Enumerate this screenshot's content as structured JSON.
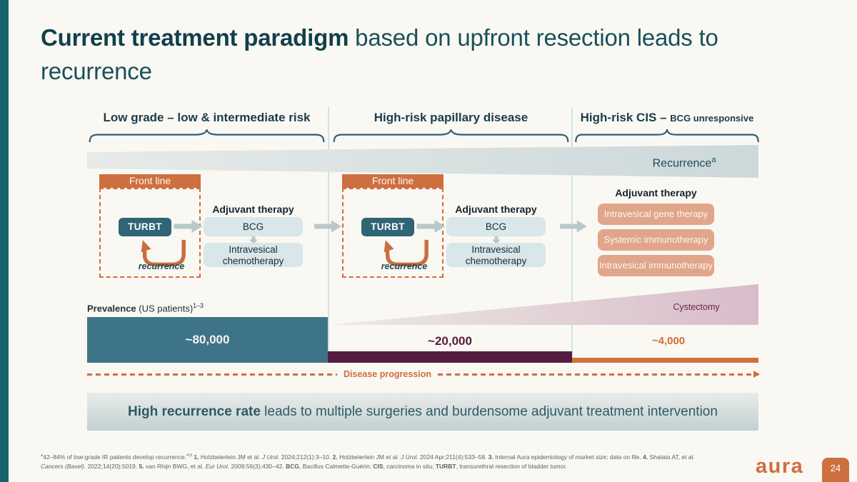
{
  "colors": {
    "accent_orange": "#CE6F40",
    "edge_teal": "#17646F",
    "title_teal": "#123F4C",
    "turbt_teal": "#2F6575",
    "light_blue_box": "#D9E6EA",
    "salmon_box": "#E0A58B",
    "prevalence_teal": "#3E7487",
    "maroon": "#561D42",
    "banner_text": "#2E5A66"
  },
  "title": {
    "bold": "Current treatment paradigm",
    "rest": " based on upfront resection leads to recurrence"
  },
  "columns": [
    {
      "header": "Low grade – low & intermediate risk"
    },
    {
      "header": "High-risk papillary disease"
    },
    {
      "header": "High-risk CIS – ",
      "header_small": "BCG unresponsive"
    }
  ],
  "recurrence_band": {
    "label": "Recurrence",
    "sup": "a"
  },
  "flow": {
    "front_line": "Front line",
    "turbt": "TURBT",
    "recurrence": "recurrence",
    "adjuvant_header": "Adjuvant therapy",
    "bcg": "BCG",
    "chemo": "Intravesical chemotherapy"
  },
  "cis_therapies": [
    "Intravesical gene therapy",
    "Systemic immunotherapy",
    "Intravesical immunotherapy"
  ],
  "cystectomy_label": "Cystectomy",
  "prevalence": {
    "label_bold": "Prevalence",
    "label_rest": " (US patients)",
    "label_sup": "1–3",
    "values": [
      "~80,000",
      "~20,000",
      "~4,000"
    ]
  },
  "disease_progression": "Disease progression",
  "banner": {
    "bold": "High recurrence rate",
    "rest": " leads to multiple surgeries and burdensome adjuvant treatment intervention"
  },
  "footnote": {
    "line1": [
      {
        "t": "a",
        "sup": true
      },
      {
        "t": "42–84% of low-grade IR patients develop recurrence."
      },
      {
        "t": "4,5",
        "sup": true
      },
      {
        "t": " "
      },
      {
        "t": "1.",
        "b": true
      },
      {
        "t": " Holzbeierlein JM et al. "
      },
      {
        "t": "J Urol.",
        "i": true
      },
      {
        "t": " 2024;212(1):3–10. "
      },
      {
        "t": "2.",
        "b": true
      },
      {
        "t": " Holzbeierlein JM et al. "
      },
      {
        "t": "J Urol.",
        "i": true
      },
      {
        "t": " 2024 Apr;211(4):533–58. "
      },
      {
        "t": "3.",
        "b": true
      },
      {
        "t": " Internal Aura epidemiology of market size; data on file. "
      },
      {
        "t": "4.",
        "b": true
      },
      {
        "t": " Shalata AT, et al."
      }
    ],
    "line2": [
      {
        "t": "Cancers (Basel).",
        "i": true
      },
      {
        "t": " 2022;14(20):5019. "
      },
      {
        "t": "5.",
        "b": true
      },
      {
        "t": " van Rhijn BWG, et al. "
      },
      {
        "t": "Eur Urol.",
        "i": true
      },
      {
        "t": " 2009;56(3):430–42. "
      },
      {
        "t": "BCG",
        "b": true
      },
      {
        "t": ", Bacillus Calmette-Guérin; "
      },
      {
        "t": "CIS",
        "b": true
      },
      {
        "t": ", carcinoma in situ; "
      },
      {
        "t": "TURBT",
        "b": true
      },
      {
        "t": ", transurethral resection of bladder tumor."
      }
    ]
  },
  "footer": {
    "logo": "aura",
    "page": "24"
  }
}
